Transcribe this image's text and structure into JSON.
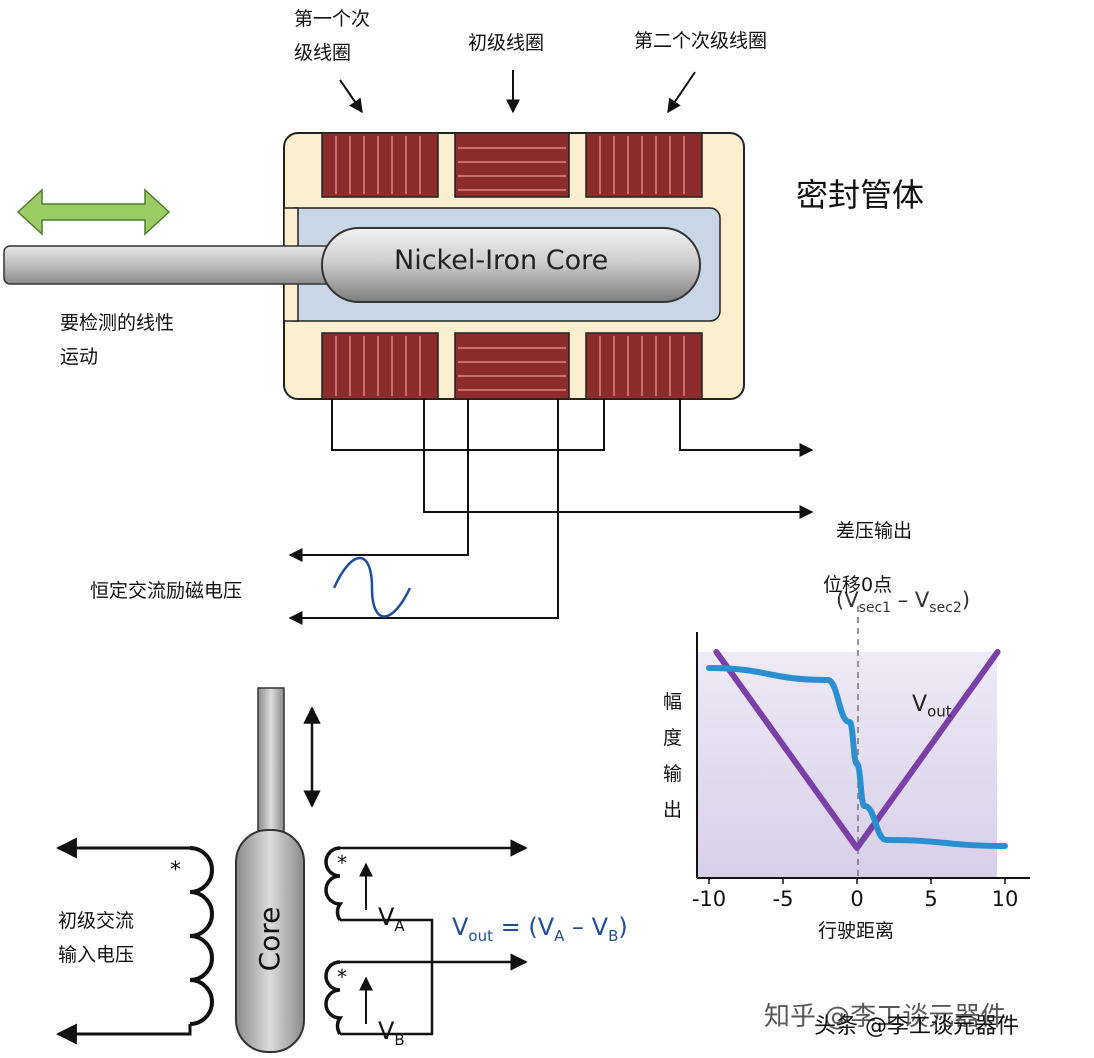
{
  "labels": {
    "secondary1": "第一个次\n级线圈",
    "primary": "初级线圈",
    "secondary2": "第二个次级线圈",
    "tube": "密封管体",
    "core_name": "Nickel-Iron Core",
    "motion": "要检测的线性\n运动",
    "diff_output": "差压输出",
    "diff_formula_prefix": "(V",
    "sec1_sub": "sec1",
    "minus": " – V",
    "sec2_sub": "sec2",
    "close_paren": ")",
    "excitation": "恒定交流励磁电压",
    "zero_point": "位移0点",
    "amplitude": "幅\n度\n输\n出",
    "vout_label": "V",
    "vout_sub": "out",
    "distance": "行驶距离",
    "core_small": "Core",
    "va": "V",
    "va_sub": "A",
    "vb": "V",
    "vb_sub": "B",
    "vout_eq_v": "V",
    "vout_eq_sub": "out",
    "vout_eq_rest": " = (V",
    "vout_eq_a": "A",
    "vout_eq_minus": " – V",
    "vout_eq_b": "B",
    "vout_eq_close": ")",
    "primary_input": "初级交流\n输入电压",
    "asterisk": "*"
  },
  "chart_data": {
    "type": "line",
    "x_ticks": [
      "-10",
      "-5",
      "0",
      "5",
      "10"
    ],
    "xlim": [
      -10,
      10
    ],
    "xlabel": "行驶距离",
    "ylabel": "幅度输出",
    "series": [
      {
        "name": "V_out",
        "color": "#7b3fa8",
        "x": [
          -9.5,
          0,
          9.5
        ],
        "y": [
          10,
          0.2,
          10
        ]
      },
      {
        "name": "",
        "color": "#2a8fd0",
        "x": [
          -10,
          -2,
          -0.5,
          0,
          0.5,
          2,
          10
        ],
        "y": [
          9.2,
          8.6,
          6.5,
          4.4,
          2.3,
          0.6,
          0.3
        ]
      }
    ]
  },
  "watermark": {
    "line1": "知乎 @李工谈元器件",
    "line2": "头条 @李工谈元器件"
  },
  "colors": {
    "coil": "#8c2c2c",
    "coil_stripe": "#d88a80",
    "tube_fill": "#fbefd0",
    "inner_fill": "#c8d6e6",
    "arrow_green": "#9ccc65",
    "vline_purple": "#7b3fa8",
    "vline_blue": "#2a8fd0"
  }
}
